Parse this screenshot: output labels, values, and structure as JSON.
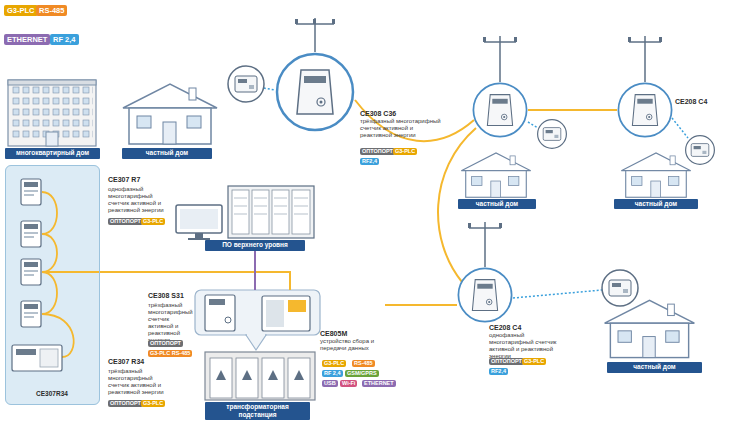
{
  "diagram": {
    "nodes": [
      {
        "text": [
          "многоквартирный дом"
        ]
      },
      {
        "text": [
          "частный дом"
        ]
      },
      {
        "text": [
          "CE308 C36",
          "трёхфазный многотарифный счетчик активной и реактивной энергии"
        ]
      },
      {
        "text": [
          "частный дом"
        ]
      },
      {
        "text": [
          "CE208 C4"
        ]
      },
      {
        "text": [
          "частный дом"
        ]
      },
      {
        "text": [
          "CE307R34"
        ]
      },
      {
        "text": [
          "ПО верхнего уровня"
        ]
      },
      {
        "text": [
          "трансформаторная подстанция"
        ]
      },
      {
        "text": [
          "CE805M",
          "устройство сбора и передачи данных"
        ]
      },
      {
        "text": [
          "CE208 C4",
          "однофазный многотарифный счетчик активной и реактивной энергии"
        ]
      },
      {
        "text": [
          "частный дом"
        ]
      }
    ],
    "edges": [
      {
        "from": 6,
        "to": 9,
        "arrow": "none"
      },
      {
        "from": 7,
        "to": 9,
        "arrow": "none"
      },
      {
        "from": 9,
        "to": 10,
        "arrow": "none"
      }
    ],
    "labels": [
      "ОПТОПОРТ",
      "G3-PLC",
      "RF2,4",
      "CE307 R7",
      "однофазный многотарифный счетчик активной и реактивной энергии",
      "ОПТОПОРТ",
      "G3-PLC",
      "CE308 S31",
      "трёхфазный многотарифный счетчик активной и реактивной энергии",
      "ОПТОПОРТ",
      "G3-PLC RS-485",
      "G3-PLC",
      "RS-485",
      "RF 2,4",
      "GSM/GPRS",
      "USB",
      "Wi-Fi",
      "ETHERNET",
      "CE307 R34",
      "трёхфазный многотарифный счетчик активной и реактивной энергии",
      "ОПТОПОРТ",
      "G3-PLC",
      "ОПТОПОРТ",
      "G3-PLC",
      "RF2,4"
    ],
    "legend": [
      {
        "text": "G3-PLC",
        "color": "#e8a600"
      },
      {
        "text": "RS-485",
        "color": "#f08a24"
      },
      {
        "text": "ETHERNET",
        "color": "#8c6bb1"
      },
      {
        "text": "RF 2,4",
        "color": "#3aa0dc"
      }
    ]
  }
}
